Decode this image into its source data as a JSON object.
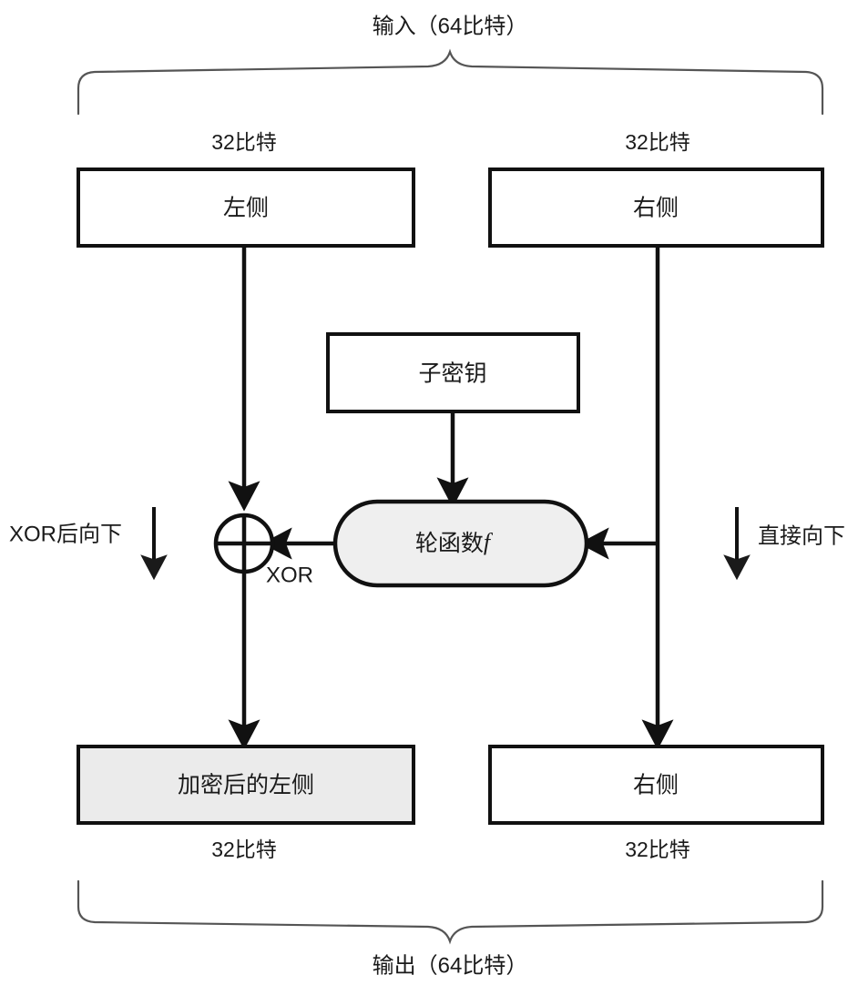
{
  "diagram": {
    "title_top": "输入（64比特）",
    "title_bottom": "输出（64比特）",
    "bit_labels": {
      "left_top": "32比特",
      "right_top": "32比特",
      "left_bottom": "32比特",
      "right_bottom": "32比特"
    },
    "boxes": {
      "left_input": "左侧",
      "right_input": "右侧",
      "subkey": "子密钥",
      "round_function_prefix": "轮函数",
      "round_function_symbol": "f",
      "left_output": "加密后的左侧",
      "right_output": "右侧"
    },
    "annotations": {
      "xor_operator": "XOR",
      "left_side_note": "XOR后向下",
      "right_side_note": "直接向下"
    },
    "colors": {
      "stroke": "#111111",
      "shaded_fill": "#ebebeb",
      "round_fn_fill": "#efefef",
      "brace_stroke": "#555555",
      "background": "#ffffff"
    }
  }
}
